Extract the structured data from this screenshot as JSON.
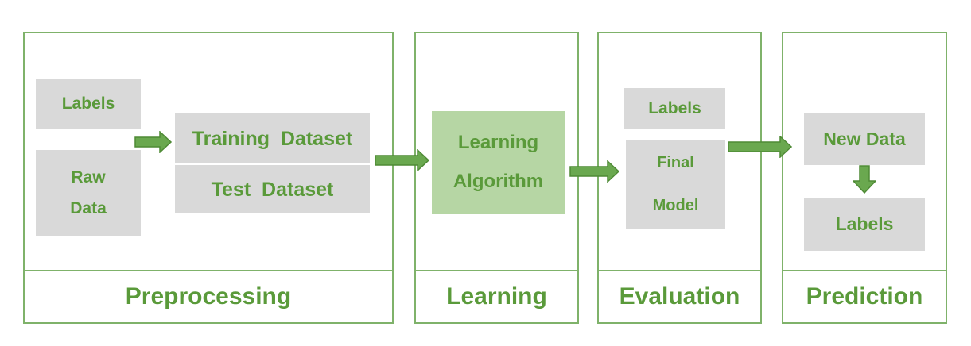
{
  "stages": {
    "preprocessing": {
      "title": "Preprocessing",
      "labels": "Labels",
      "raw_data_line1": "Raw",
      "raw_data_line2": "Data",
      "training_dataset": "Training  Dataset",
      "test_dataset": "Test  Dataset"
    },
    "learning": {
      "title": "Learning",
      "algorithm_line1": "Learning",
      "algorithm_line2": "Algorithm"
    },
    "evaluation": {
      "title": "Evaluation",
      "labels": "Labels",
      "final_model_line1": "Final",
      "final_model_line2": "Model"
    },
    "prediction": {
      "title": "Prediction",
      "new_data": "New Data",
      "labels": "Labels"
    }
  },
  "colors": {
    "accent_green": "#5a9a3a",
    "border_green": "#7fb26a",
    "box_gray": "#d9d9d9",
    "box_light_green": "#b6d6a4"
  }
}
